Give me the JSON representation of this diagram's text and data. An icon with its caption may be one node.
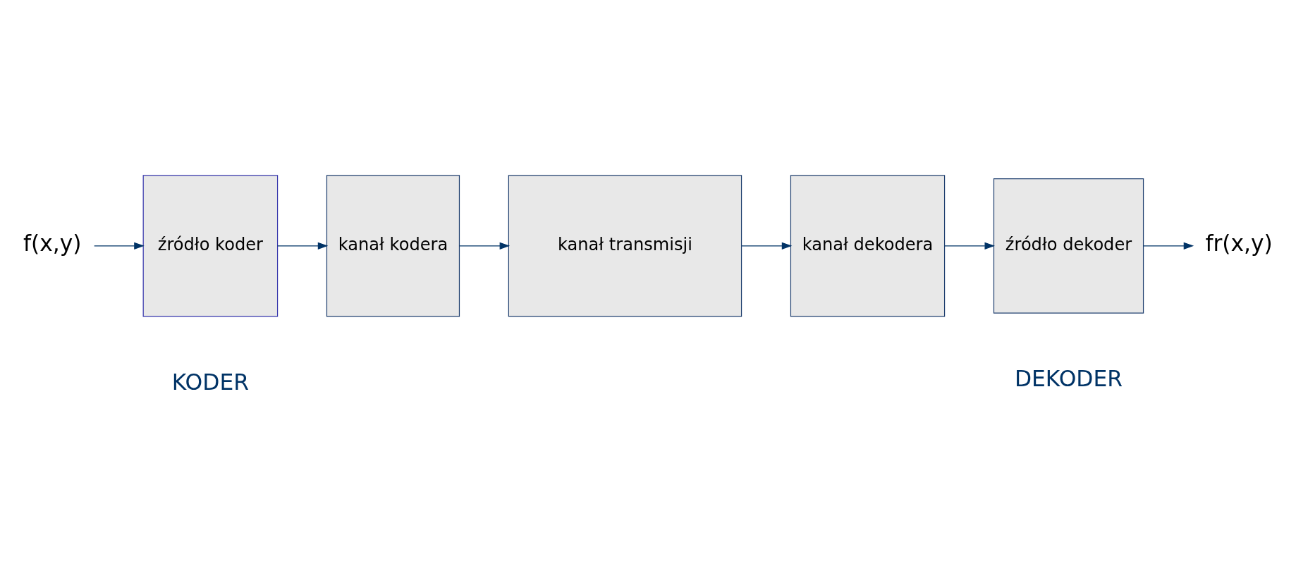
{
  "diagram": {
    "nodes": [
      {
        "text": [
          "f(x,y)"
        ]
      },
      {
        "text": [
          "źródło koder"
        ]
      },
      {
        "text": [
          "kanał kodera"
        ]
      },
      {
        "text": [
          "kanał transmisji"
        ]
      },
      {
        "text": [
          "kanał dekodera"
        ]
      },
      {
        "text": [
          "źródło dekoder"
        ]
      },
      {
        "text": [
          "fr(x,y)"
        ]
      }
    ],
    "edges": [
      {
        "from": 0,
        "to": 1,
        "arrow": "to"
      },
      {
        "from": 1,
        "to": 2,
        "arrow": "to"
      },
      {
        "from": 2,
        "to": 3,
        "arrow": "to"
      },
      {
        "from": 3,
        "to": 4,
        "arrow": "to"
      },
      {
        "from": 4,
        "to": 5,
        "arrow": "to"
      },
      {
        "from": 5,
        "to": 6,
        "arrow": "to"
      }
    ],
    "labels": [
      "KODER",
      "DEKODER"
    ]
  }
}
